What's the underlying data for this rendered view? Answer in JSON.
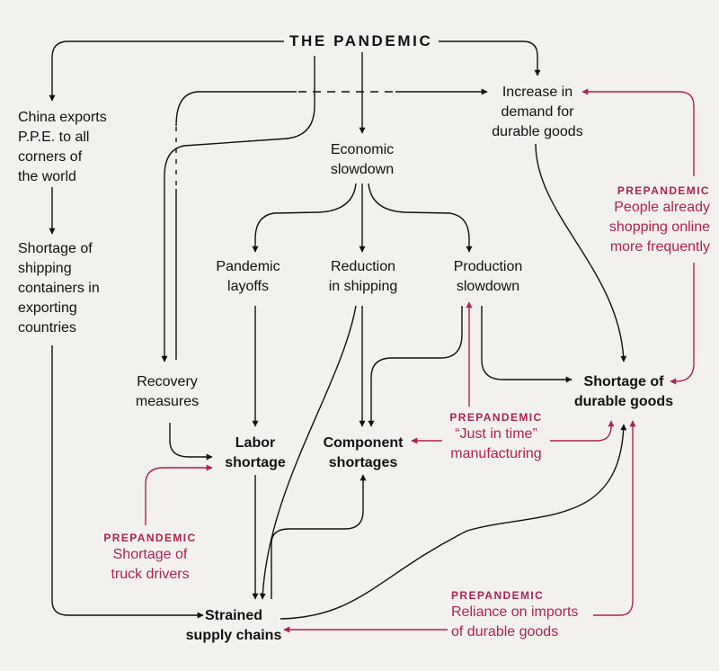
{
  "colors": {
    "background": "#f2f1ee",
    "ink": "#111111",
    "prepandemic": "#b0234a"
  },
  "title": "THE PANDEMIC",
  "nodes": {
    "china_exports": [
      "China exports",
      "P.P.E. to all",
      "corners of",
      "the world"
    ],
    "shipping_containers": [
      "Shortage of",
      "shipping",
      "containers in",
      "exporting",
      "countries"
    ],
    "recovery_measures": [
      "Recovery",
      "measures"
    ],
    "increase_demand": [
      "Increase in",
      "demand for",
      "durable goods"
    ],
    "economic_slowdown": [
      "Economic",
      "slowdown"
    ],
    "pandemic_layoffs": [
      "Pandemic",
      "layoffs"
    ],
    "reduction_shipping": [
      "Reduction",
      "in shipping"
    ],
    "production_slowdown": [
      "Production",
      "slowdown"
    ],
    "labor_shortage": [
      "Labor",
      "shortage"
    ],
    "component_shortages": [
      "Component",
      "shortages"
    ],
    "shortage_durable": [
      "Shortage of",
      "durable goods"
    ],
    "strained_supply": [
      "Strained",
      "supply chains"
    ]
  },
  "prepandemic_tag": "PREPANDEMIC",
  "prepandemic": {
    "online_shopping": [
      "People already",
      "shopping online",
      "more frequently"
    ],
    "just_in_time": [
      "“Just in time”",
      "manufacturing"
    ],
    "truck_drivers": [
      "Shortage of",
      "truck drivers"
    ],
    "imports": [
      "Reliance on imports",
      "of durable goods"
    ]
  }
}
